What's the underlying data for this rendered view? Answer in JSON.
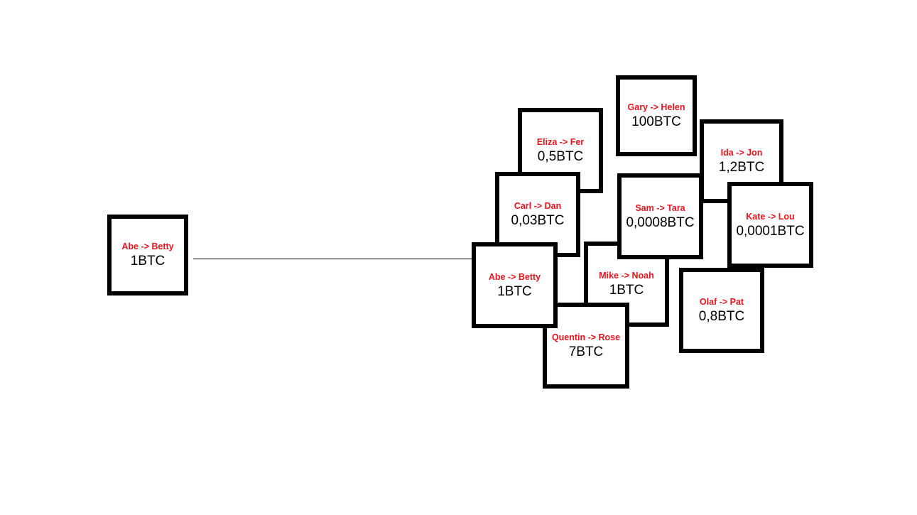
{
  "colors": {
    "sender_receiver": "#e8141c",
    "amount": "#000000",
    "border": "#000000"
  },
  "source_transaction": {
    "label": "Abe -> Betty",
    "amount": "1BTC"
  },
  "pool": {
    "gary_helen": {
      "label": "Gary -> Helen",
      "amount": "100BTC"
    },
    "eliza_fer": {
      "label": "Eliza -> Fer",
      "amount": "0,5BTC"
    },
    "ida_jon": {
      "label": "Ida -> Jon",
      "amount": "1,2BTC"
    },
    "carl_dan": {
      "label": "Carl -> Dan",
      "amount": "0,03BTC"
    },
    "sam_tara": {
      "label": "Sam -> Tara",
      "amount": "0,0008BTC"
    },
    "kate_lou": {
      "label": "Kate -> Lou",
      "amount": "0,0001BTC"
    },
    "mike_noah": {
      "label": "Mike -> Noah",
      "amount": "1BTC"
    },
    "abe_betty": {
      "label": "Abe -> Betty",
      "amount": "1BTC"
    },
    "olaf_pat": {
      "label": "Olaf -> Pat",
      "amount": "0,8BTC"
    },
    "quentin_rose": {
      "label": "Quentin -> Rose",
      "amount": "7BTC"
    }
  }
}
